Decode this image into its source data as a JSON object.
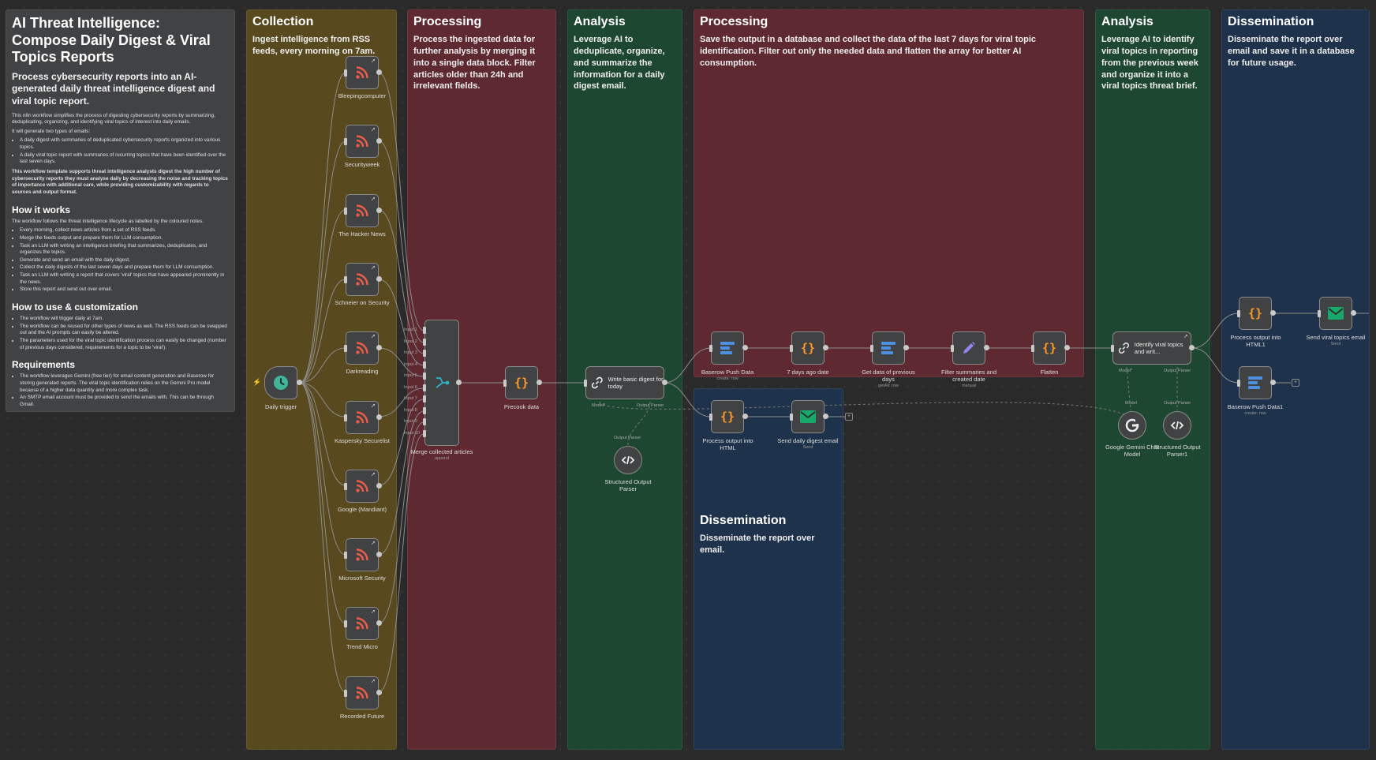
{
  "colors": {
    "canvas": "#2a2a2a",
    "note_gray": "#414244",
    "note_yellow": "#58491e",
    "note_red": "#5e2930",
    "note_green": "#1e4731",
    "note_blue": "#1f324b",
    "rss_orange": "#ef5d4a",
    "code_orange": "#ff9a28",
    "trigger_green": "#3fb59a",
    "baserow_blue": "#4d8fe0",
    "email_green": "#19a86c",
    "edit_purple": "#8f86ee"
  },
  "intro": {
    "title": "AI Threat Intelligence: Compose Daily Digest & Viral Topics Reports",
    "subtitle": "Process cybersecurity reports into an AI-generated daily threat intelligence digest and viral topic report.",
    "para1": "This n8n workflow simplifies the process of digesting cybersecurity reports by summarizing, deduplicating, organizing, and identifying viral topics of interest into daily emails.",
    "para2": "It will generate two types of emails:",
    "email_types": [
      "A daily digest with summaries of deduplicated cybersecurity reports organized into various topics.",
      "A daily viral topic report with summaries of recurring topics that have been identified over the last seven days."
    ],
    "para3": "This workflow template supports threat intelligence analysts digest the high number of cybersecurity reports they must analyse daily by decreasing the noise and tracking topics of importance with additional care, while providing customizability with regards to sources and output format.",
    "how_title": "How it works",
    "how_para": "The workflow follows the threat intelligence lifecycle as labelled by the coloured notes.",
    "how_items": [
      "Every morning, collect news articles from a set of RSS feeds.",
      "Merge the feeds output and prepare them for LLM consumption.",
      "Task an LLM with writing an intelligence briefing that summarizes, deduplicates, and organizes the topics.",
      "Generate and send an email with the daily digest.",
      "Collect the daily digests of the last seven days and prepare them for LLM consumption.",
      "Task an LLM with writing a report that covers 'viral' topics that have appeared prominently in the news.",
      "Store this report and send out over email."
    ],
    "use_title": "How to use & customization",
    "use_items": [
      "The workflow will trigger daily at 7am.",
      "The workflow can be reused for other types of news as well. The RSS feeds can be swapped out and the AI prompts can easily be altered.",
      "The parameters used for the viral topic identification process can easily be changed (number of previous days considered, requirements for a topic to be 'viral')."
    ],
    "req_title": "Requirements",
    "req_items": [
      "The workflow leverages Gemini (free tier) for email content generation and Baserow for storing generated reports. The viral topic identification relies on the Gemini Pro model because of a higher data quantity and more complex task.",
      "An SMTP email account must be provided to send the emails with. This can be through Gmail."
    ]
  },
  "sections": {
    "collection": {
      "title": "Collection",
      "desc": "Ingest intelligence from RSS feeds, every morning on 7am."
    },
    "processing1": {
      "title": "Processing",
      "desc": "Process the ingested data for further analysis by merging it into a single data block. Filter articles older than 24h and irrelevant fields."
    },
    "analysis1": {
      "title": "Analysis",
      "desc": "Leverage AI to deduplicate, organize, and summarize the information for a daily digest email."
    },
    "processing2": {
      "title": "Processing",
      "desc": "Save the output in a database and collect the data of the last 7 days for viral topic identification. Filter out only the needed data and flatten the array for better AI consumption."
    },
    "dissemination1": {
      "title": "Dissemination",
      "desc": "Disseminate the report over email."
    },
    "analysis2": {
      "title": "Analysis",
      "desc": "Leverage AI to identify viral topics in reporting from the previous week and organize it into a viral topics threat brief."
    },
    "dissemination2": {
      "title": "Dissemination",
      "desc": "Disseminate the report over email and save it in a database for future usage."
    }
  },
  "nodes": {
    "daily_trigger": {
      "label": "Daily trigger",
      "icon": "clock-icon"
    },
    "rss": [
      {
        "label": "Bleepingcomputer"
      },
      {
        "label": "Securityweek"
      },
      {
        "label": "The Hacker News"
      },
      {
        "label": "Schneier on Security"
      },
      {
        "label": "Darkreading"
      },
      {
        "label": "Kaspersky Securelist"
      },
      {
        "label": "Google (Mandiant)"
      },
      {
        "label": "Microsoft Security"
      },
      {
        "label": "Trend Micro"
      },
      {
        "label": "Recorded Future"
      }
    ],
    "merge": {
      "label": "Merge collected articles",
      "sub": "append",
      "inputs": [
        "Input 1",
        "Input 2",
        "Input 3",
        "Input 4",
        "Input 5",
        "Input 6",
        "Input 7",
        "Input 8",
        "Input 9",
        "Input 10"
      ]
    },
    "precook": {
      "label": "Precook data"
    },
    "write_digest": {
      "label": "Write basic digest for today",
      "model_port": "Model*",
      "parser_port": "Output Parser"
    },
    "parser1": {
      "label": "Structured Output Parser",
      "port": "Output Parser"
    },
    "baserow_push": {
      "label": "Baserow Push Data",
      "sub": "create: row"
    },
    "seven_days": {
      "label": "7 days ago date"
    },
    "get_prev": {
      "label": "Get data of previous days",
      "sub": "getAll: row"
    },
    "filter_summ": {
      "label": "Filter summaries and created date",
      "sub": "manual"
    },
    "flatten": {
      "label": "Flatten"
    },
    "proc_html": {
      "label": "Process output into HTML"
    },
    "send_daily": {
      "label": "Send daily digest email",
      "sub": "Send"
    },
    "identify_viral": {
      "label": "Identify viral topics and writ...",
      "model_port": "Model*",
      "parser_port": "Output Parser"
    },
    "gemini": {
      "label": "Google Gemini Chat Model",
      "port": "Model"
    },
    "parser2": {
      "label": "Structured Output Parser1",
      "port": "Output Parser"
    },
    "proc_html1": {
      "label": "Process output into HTML1"
    },
    "send_viral": {
      "label": "Send viral topics email",
      "sub": "Send"
    },
    "baserow_push1": {
      "label": "Baserow Push Data1",
      "sub": "create: row"
    }
  }
}
